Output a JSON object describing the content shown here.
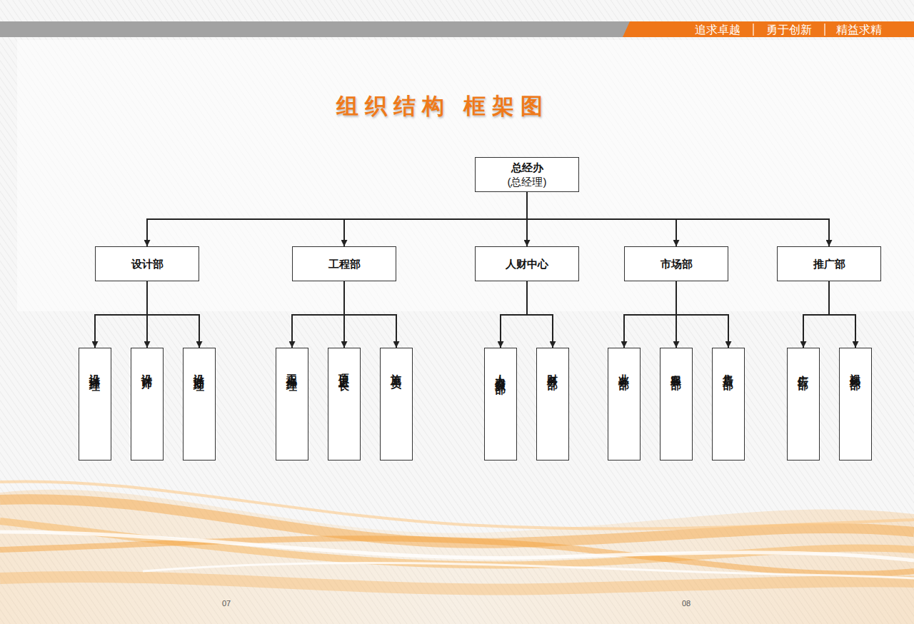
{
  "diagram": {
    "title": "组织结构 框架图",
    "nodes": [
      {
        "text": [
          "总经办",
          "(总经理)"
        ]
      },
      {
        "text": [
          "设计部"
        ]
      },
      {
        "text": [
          "工程部"
        ]
      },
      {
        "text": [
          "人财中心"
        ]
      },
      {
        "text": [
          "市场部"
        ]
      },
      {
        "text": [
          "推广部"
        ]
      },
      {
        "text": [
          "设计经理"
        ]
      },
      {
        "text": [
          "设计师"
        ]
      },
      {
        "text": [
          "设计助理"
        ]
      },
      {
        "text": [
          "工程经理"
        ]
      },
      {
        "text": [
          "项目工长"
        ]
      },
      {
        "text": [
          "施工员"
        ]
      },
      {
        "text": [
          "人力资源部"
        ]
      },
      {
        "text": [
          "财务部"
        ]
      },
      {
        "text": [
          "业务部"
        ]
      },
      {
        "text": [
          "客服部"
        ]
      },
      {
        "text": [
          "售后部"
        ]
      },
      {
        "text": [
          "广告部"
        ]
      },
      {
        "text": [
          "视频部"
        ]
      }
    ],
    "edges": [
      {
        "from": 0,
        "to": 1,
        "arrow": "to"
      },
      {
        "from": 0,
        "to": 2,
        "arrow": "to"
      },
      {
        "from": 0,
        "to": 3,
        "arrow": "to"
      },
      {
        "from": 0,
        "to": 4,
        "arrow": "to"
      },
      {
        "from": 0,
        "to": 5,
        "arrow": "to"
      },
      {
        "from": 1,
        "to": 6,
        "arrow": "to"
      },
      {
        "from": 1,
        "to": 7,
        "arrow": "to"
      },
      {
        "from": 1,
        "to": 8,
        "arrow": "to"
      },
      {
        "from": 2,
        "to": 9,
        "arrow": "to"
      },
      {
        "from": 2,
        "to": 10,
        "arrow": "to"
      },
      {
        "from": 2,
        "to": 11,
        "arrow": "to"
      },
      {
        "from": 3,
        "to": 12,
        "arrow": "to"
      },
      {
        "from": 3,
        "to": 13,
        "arrow": "to"
      },
      {
        "from": 4,
        "to": 14,
        "arrow": "to"
      },
      {
        "from": 4,
        "to": 15,
        "arrow": "to"
      },
      {
        "from": 4,
        "to": 16,
        "arrow": "to"
      },
      {
        "from": 5,
        "to": 17,
        "arrow": "to"
      },
      {
        "from": 5,
        "to": 18,
        "arrow": "to"
      }
    ],
    "labels": [
      "追求卓越",
      "勇于创新",
      "精益求精",
      "07",
      "08"
    ]
  }
}
